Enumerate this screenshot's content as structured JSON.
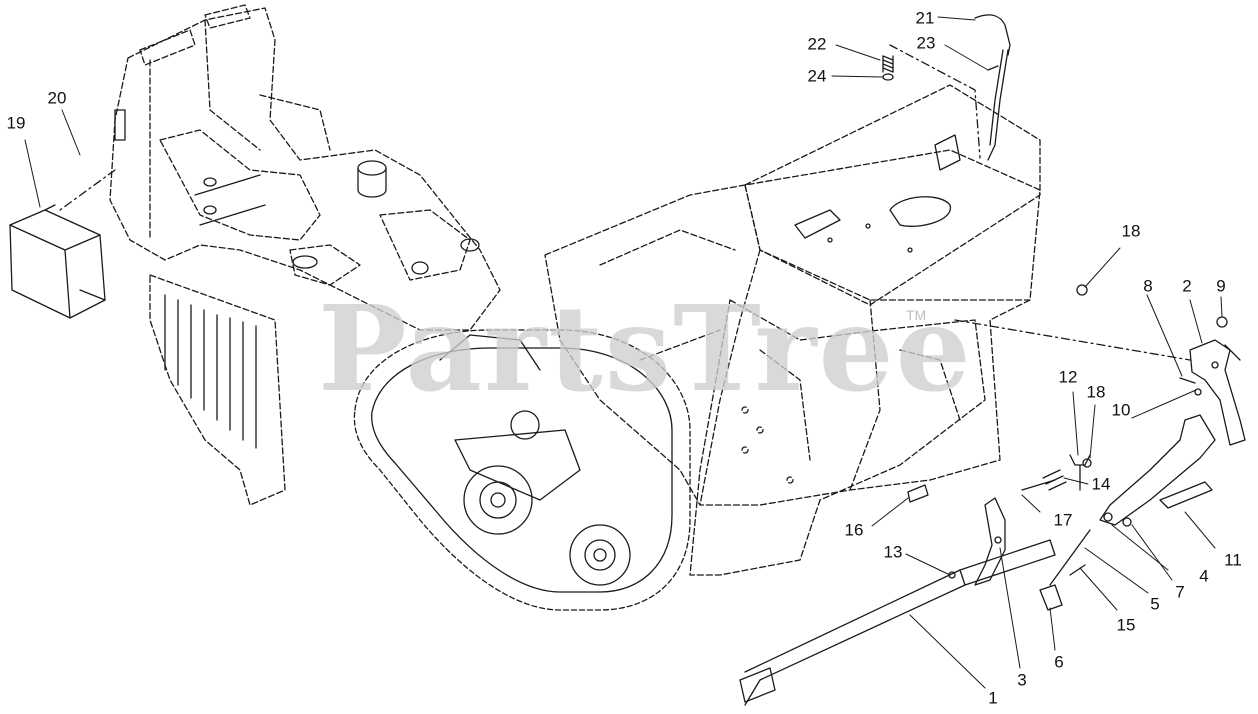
{
  "watermark": {
    "text": "PartsTree",
    "tm": "TM"
  },
  "callouts": [
    "1",
    "2",
    "3",
    "4",
    "5",
    "6",
    "7",
    "8",
    "9",
    "10",
    "11",
    "12",
    "13",
    "14",
    "15",
    "16",
    "17",
    "18",
    "18",
    "19",
    "20",
    "21",
    "22",
    "23",
    "24"
  ],
  "colors": {
    "line": "#1a1a1a",
    "label": "#111111",
    "watermark": "#cfcfcf"
  }
}
